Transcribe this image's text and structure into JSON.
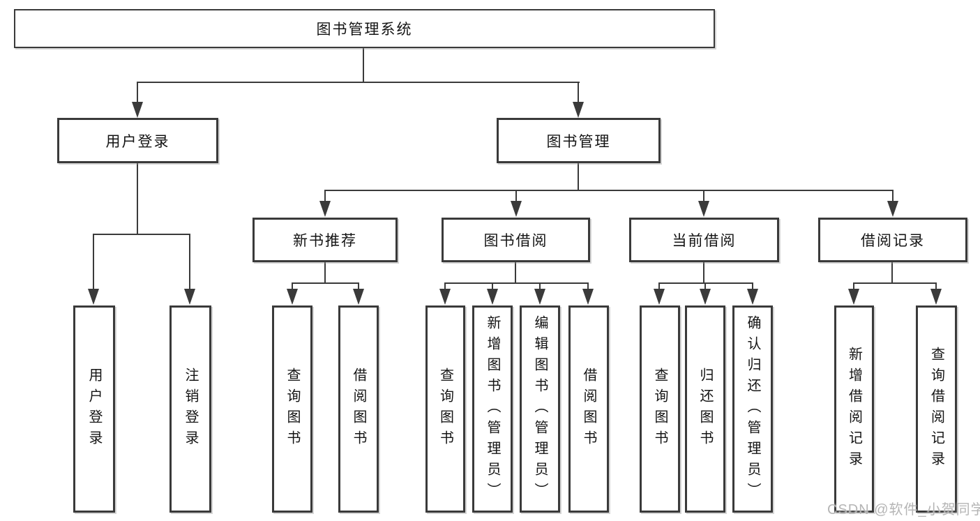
{
  "colors": {
    "line": "#3a3a3a",
    "border": "#3a3a3a",
    "text": "#141414",
    "background": "#ffffff",
    "watermark": "#b5b5b5"
  },
  "watermark": {
    "text": "CSDN @软件_小贺同学"
  },
  "nodes": {
    "root": {
      "label": "图书管理系统"
    },
    "user_login": {
      "label": "用户登录"
    },
    "book_mgmt": {
      "label": "图书管理"
    },
    "new_book_rec": {
      "label": "新书推荐"
    },
    "book_borrow": {
      "label": "图书借阅"
    },
    "current_borrow": {
      "label": "当前借阅"
    },
    "borrow_record": {
      "label": "借阅记录"
    },
    "ul_user_login": {
      "label": "用户登录"
    },
    "ul_logout": {
      "label": "注销登录"
    },
    "nr_query_book": {
      "label": "查询图书"
    },
    "nr_borrow_book": {
      "label": "借阅图书"
    },
    "bb_query_book": {
      "label": "查询图书"
    },
    "bb_add_book": {
      "label": "新增图书（管理员）"
    },
    "bb_edit_book": {
      "label": "编辑图书（管理员）"
    },
    "bb_borrow_book": {
      "label": "借阅图书"
    },
    "cb_query_book": {
      "label": "查询图书"
    },
    "cb_return_book": {
      "label": "归还图书"
    },
    "cb_confirm_return": {
      "label": "确认归还（管理员）"
    },
    "br_add_record": {
      "label": "新增借阅记录"
    },
    "br_query_record": {
      "label": "查询借阅记录"
    }
  },
  "hierarchy": {
    "图书管理系统": {
      "用户登录": [
        "用户登录",
        "注销登录"
      ],
      "图书管理": {
        "新书推荐": [
          "查询图书",
          "借阅图书"
        ],
        "图书借阅": [
          "查询图书",
          "新增图书（管理员）",
          "编辑图书（管理员）",
          "借阅图书"
        ],
        "当前借阅": [
          "查询图书",
          "归还图书",
          "确认归还（管理员）"
        ],
        "借阅记录": [
          "新增借阅记录",
          "查询借阅记录"
        ]
      }
    }
  }
}
